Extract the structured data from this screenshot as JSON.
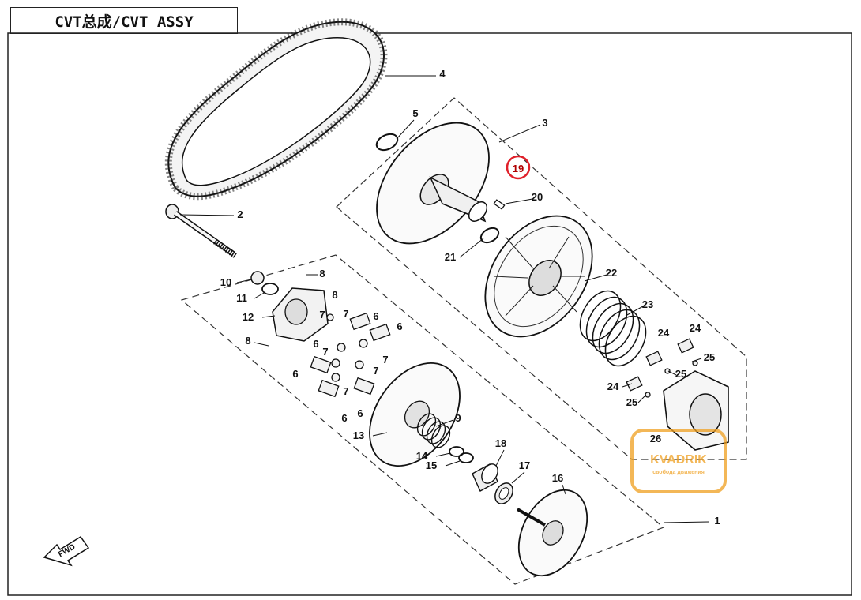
{
  "title": "CVT总成/CVT ASSY",
  "highlight_color": "#e0202a",
  "watermark": {
    "brand": "KVADRIK",
    "tagline": "свобода движения",
    "color": "#f0a020"
  },
  "fwd_label": "FWD",
  "callouts": [
    {
      "id": "c1",
      "num": "1"
    },
    {
      "id": "c2",
      "num": "2"
    },
    {
      "id": "c3",
      "num": "3"
    },
    {
      "id": "c4",
      "num": "4"
    },
    {
      "id": "c5",
      "num": "5"
    },
    {
      "id": "c6a",
      "num": "6"
    },
    {
      "id": "c6b",
      "num": "6"
    },
    {
      "id": "c6c",
      "num": "6"
    },
    {
      "id": "c6d",
      "num": "6"
    },
    {
      "id": "c6e",
      "num": "6"
    },
    {
      "id": "c6f",
      "num": "6"
    },
    {
      "id": "c7a",
      "num": "7"
    },
    {
      "id": "c7b",
      "num": "7"
    },
    {
      "id": "c7c",
      "num": "7"
    },
    {
      "id": "c7d",
      "num": "7"
    },
    {
      "id": "c7e",
      "num": "7"
    },
    {
      "id": "c7f",
      "num": "7"
    },
    {
      "id": "c8a",
      "num": "8"
    },
    {
      "id": "c8b",
      "num": "8"
    },
    {
      "id": "c8c",
      "num": "8"
    },
    {
      "id": "c9",
      "num": "9"
    },
    {
      "id": "c10",
      "num": "10"
    },
    {
      "id": "c11",
      "num": "11"
    },
    {
      "id": "c12",
      "num": "12"
    },
    {
      "id": "c13",
      "num": "13"
    },
    {
      "id": "c14",
      "num": "14"
    },
    {
      "id": "c15",
      "num": "15"
    },
    {
      "id": "c16",
      "num": "16"
    },
    {
      "id": "c17",
      "num": "17"
    },
    {
      "id": "c18",
      "num": "18"
    },
    {
      "id": "c19",
      "num": "19",
      "highlighted": true
    },
    {
      "id": "c20",
      "num": "20"
    },
    {
      "id": "c21",
      "num": "21"
    },
    {
      "id": "c22",
      "num": "22"
    },
    {
      "id": "c23",
      "num": "23"
    },
    {
      "id": "c24a",
      "num": "24"
    },
    {
      "id": "c24b",
      "num": "24"
    },
    {
      "id": "c24c",
      "num": "24"
    },
    {
      "id": "c25a",
      "num": "25"
    },
    {
      "id": "c25b",
      "num": "25"
    },
    {
      "id": "c25c",
      "num": "25"
    },
    {
      "id": "c26",
      "num": "26"
    }
  ]
}
